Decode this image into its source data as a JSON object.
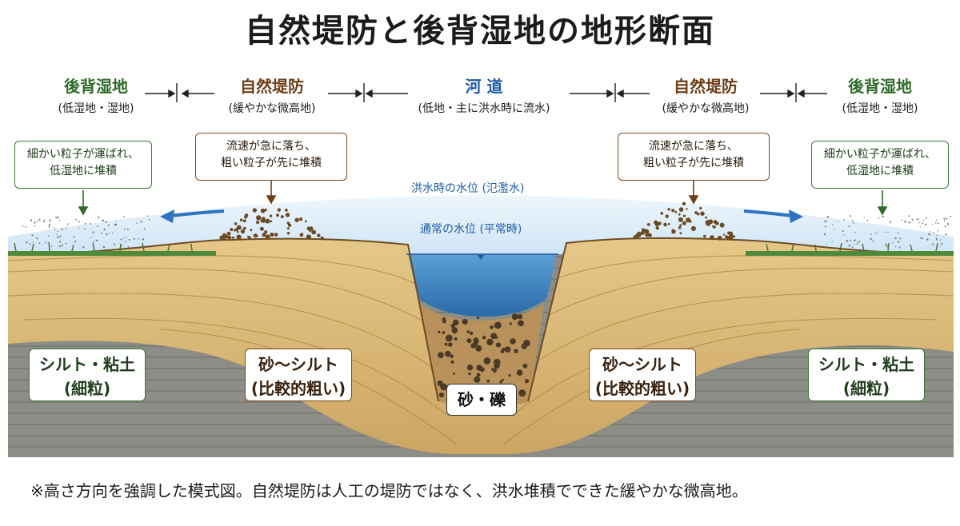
{
  "title": "自然堤防と後背湿地の地形断面",
  "zones": [
    {
      "title": "後背湿地",
      "sub": "(低湿地・湿地)"
    },
    {
      "title": "自然堤防",
      "sub": "(緩やかな微高地)"
    },
    {
      "title": "河 道",
      "sub": "(低地・主に洪水時に流水)"
    },
    {
      "title": "自然堤防",
      "sub": "(緩やかな微高地)"
    },
    {
      "title": "後背湿地",
      "sub": "(低湿地・湿地)"
    }
  ],
  "callouts": {
    "fine_left": {
      "line1": "細かい粒子が運ばれ、",
      "line2": "低湿地に堆積"
    },
    "coarse_left": {
      "line1": "流速が急に落ち、",
      "line2": "粗い粒子が先に堆積"
    },
    "coarse_right": {
      "line1": "流速が急に落ち、",
      "line2": "粗い粒子が先に堆積"
    },
    "fine_right": {
      "line1": "細かい粒子が運ばれ、",
      "line2": "低湿地に堆積"
    }
  },
  "water_levels": {
    "flood": "洪水時の水位 (氾濫水)",
    "normal": "通常の水位 (平常時)"
  },
  "layers": {
    "silt_left": {
      "line1": "シルト・粘土",
      "line2": "(細粒)"
    },
    "sand_left": {
      "line1": "砂〜シルト",
      "line2": "(比較的粗い)"
    },
    "gravel": "砂・礫",
    "sand_right": {
      "line1": "砂〜シルト",
      "line2": "(比較的粗い)"
    },
    "silt_right": {
      "line1": "シルト・粘土",
      "line2": "(細粒)"
    }
  },
  "footnote": "※高さ方向を強調した模式図。自然堤防は人工の堤防ではなく、洪水堆積でできた緩やかな微高地。",
  "colors": {
    "silt": "#8b8d86",
    "sand": "#d9b874",
    "water": "#3f86c4",
    "flood_water": "#d6eaf8",
    "grass": "#4f8a3a",
    "green_text": "#2f6b2a",
    "brown_text": "#6e3e17",
    "blue_text": "#1d5aa6"
  }
}
